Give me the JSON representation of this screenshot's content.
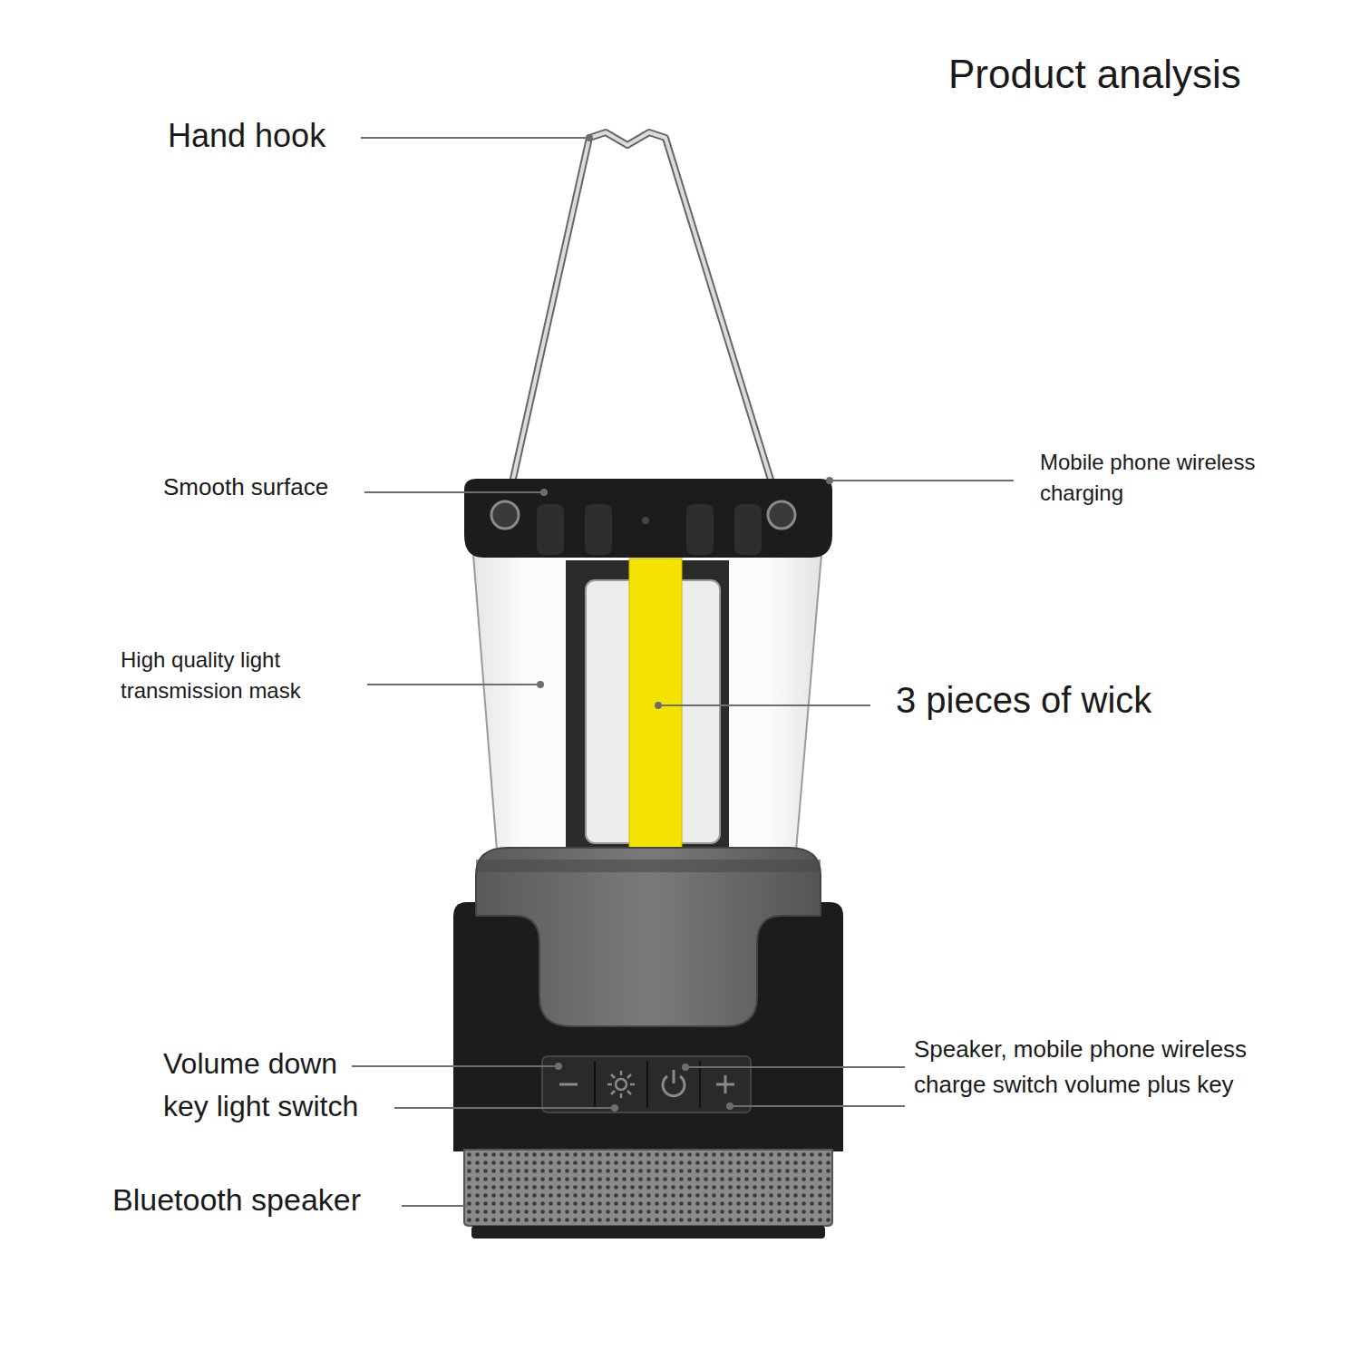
{
  "diagram": {
    "title": "Product analysis",
    "labels": [
      "Hand hook",
      "Smooth surface",
      "Mobile phone wireless charging",
      "High quality light transmission mask",
      "3 pieces of wick",
      "Volume down",
      "key light switch",
      "Speaker, mobile phone wireless charge switch volume plus key",
      "Bluetooth speaker"
    ]
  }
}
